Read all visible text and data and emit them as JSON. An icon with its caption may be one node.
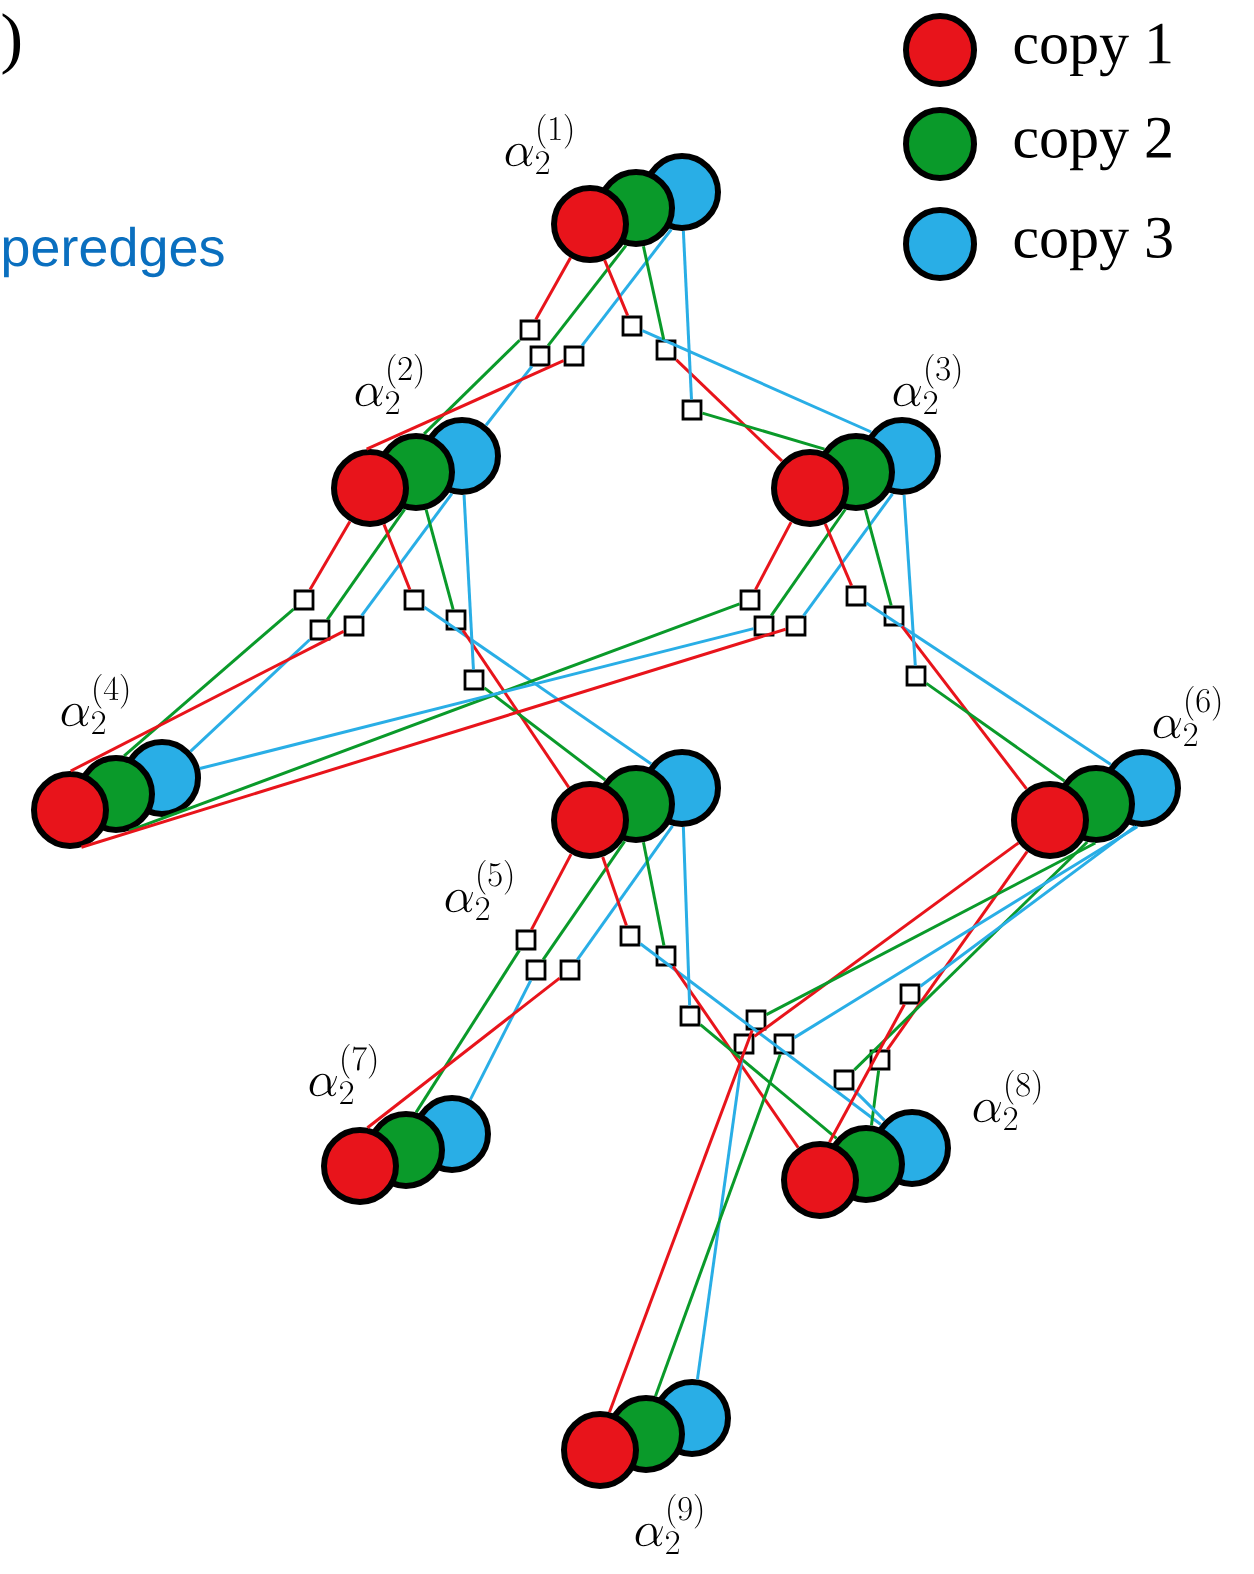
{
  "diagram": {
    "nodes": [
      {
        "text": [],
        "shape": "circle"
      },
      {
        "text": [],
        "shape": "circle"
      },
      {
        "text": [],
        "shape": "circle"
      },
      {
        "text": [],
        "shape": "circle"
      },
      {
        "text": [],
        "shape": "circle"
      },
      {
        "text": [],
        "shape": "circle"
      },
      {
        "text": [],
        "shape": "circle"
      },
      {
        "text": [],
        "shape": "circle"
      },
      {
        "text": [],
        "shape": "circle"
      },
      {
        "text": [],
        "shape": "circle"
      },
      {
        "text": [],
        "shape": "circle"
      },
      {
        "text": [],
        "shape": "circle"
      },
      {
        "text": [],
        "shape": "circle"
      },
      {
        "text": [],
        "shape": "circle"
      },
      {
        "text": [],
        "shape": "circle"
      },
      {
        "text": [],
        "shape": "circle"
      },
      {
        "text": [],
        "shape": "circle"
      },
      {
        "text": [],
        "shape": "circle"
      },
      {
        "text": [],
        "shape": "circle"
      },
      {
        "text": [],
        "shape": "circle"
      },
      {
        "text": [],
        "shape": "circle"
      },
      {
        "text": [],
        "shape": "circle"
      },
      {
        "text": [],
        "shape": "circle"
      },
      {
        "text": [],
        "shape": "circle"
      },
      {
        "text": [],
        "shape": "circle"
      },
      {
        "text": [],
        "shape": "circle"
      },
      {
        "text": [],
        "shape": "circle"
      },
      {
        "text": [],
        "shape": "box"
      },
      {
        "text": [],
        "shape": "box"
      },
      {
        "text": [],
        "shape": "box"
      },
      {
        "text": [],
        "shape": "box"
      },
      {
        "text": [],
        "shape": "box"
      },
      {
        "text": [],
        "shape": "box"
      },
      {
        "text": [],
        "shape": "box"
      },
      {
        "text": [],
        "shape": "box"
      },
      {
        "text": [],
        "shape": "box"
      },
      {
        "text": [],
        "shape": "box"
      },
      {
        "text": [],
        "shape": "box"
      },
      {
        "text": [],
        "shape": "box"
      },
      {
        "text": [],
        "shape": "box"
      },
      {
        "text": [],
        "shape": "box"
      },
      {
        "text": [],
        "shape": "box"
      },
      {
        "text": [],
        "shape": "box"
      },
      {
        "text": [],
        "shape": "box"
      },
      {
        "text": [],
        "shape": "box"
      },
      {
        "text": [],
        "shape": "box"
      },
      {
        "text": [],
        "shape": "box"
      },
      {
        "text": [],
        "shape": "box"
      },
      {
        "text": [],
        "shape": "box"
      },
      {
        "text": [],
        "shape": "box"
      },
      {
        "text": [],
        "shape": "box"
      },
      {
        "text": [],
        "shape": "box"
      },
      {
        "text": [],
        "shape": "box"
      },
      {
        "text": [],
        "shape": "box"
      },
      {
        "text": [],
        "shape": "box"
      },
      {
        "text": [],
        "shape": "box"
      },
      {
        "text": [],
        "shape": "box"
      }
    ],
    "edges": [
      {
        "from": 0,
        "to": 27,
        "arrow": "none",
        "color": "#e8141b"
      },
      {
        "from": 27,
        "to": 4,
        "arrow": "none",
        "color": "#0a9a2a"
      },
      {
        "from": 1,
        "to": 28,
        "arrow": "none",
        "color": "#0a9a2a"
      },
      {
        "from": 28,
        "to": 5,
        "arrow": "none",
        "color": "#29aee6"
      },
      {
        "from": 2,
        "to": 29,
        "arrow": "none",
        "color": "#29aee6"
      },
      {
        "from": 29,
        "to": 3,
        "arrow": "none",
        "color": "#e8141b"
      },
      {
        "from": 0,
        "to": 30,
        "arrow": "none",
        "color": "#e8141b"
      },
      {
        "from": 30,
        "to": 8,
        "arrow": "none",
        "color": "#29aee6"
      },
      {
        "from": 1,
        "to": 31,
        "arrow": "none",
        "color": "#0a9a2a"
      },
      {
        "from": 31,
        "to": 6,
        "arrow": "none",
        "color": "#e8141b"
      },
      {
        "from": 2,
        "to": 32,
        "arrow": "none",
        "color": "#29aee6"
      },
      {
        "from": 32,
        "to": 7,
        "arrow": "none",
        "color": "#0a9a2a"
      },
      {
        "from": 3,
        "to": 33,
        "arrow": "none",
        "color": "#e8141b"
      },
      {
        "from": 33,
        "to": 10,
        "arrow": "none",
        "color": "#0a9a2a"
      },
      {
        "from": 4,
        "to": 34,
        "arrow": "none",
        "color": "#0a9a2a"
      },
      {
        "from": 34,
        "to": 11,
        "arrow": "none",
        "color": "#29aee6"
      },
      {
        "from": 5,
        "to": 35,
        "arrow": "none",
        "color": "#29aee6"
      },
      {
        "from": 35,
        "to": 9,
        "arrow": "none",
        "color": "#e8141b"
      },
      {
        "from": 3,
        "to": 36,
        "arrow": "none",
        "color": "#e8141b"
      },
      {
        "from": 36,
        "to": 14,
        "arrow": "none",
        "color": "#29aee6"
      },
      {
        "from": 4,
        "to": 37,
        "arrow": "none",
        "color": "#0a9a2a"
      },
      {
        "from": 37,
        "to": 12,
        "arrow": "none",
        "color": "#e8141b"
      },
      {
        "from": 5,
        "to": 38,
        "arrow": "none",
        "color": "#29aee6"
      },
      {
        "from": 38,
        "to": 13,
        "arrow": "none",
        "color": "#0a9a2a"
      },
      {
        "from": 6,
        "to": 39,
        "arrow": "none",
        "color": "#e8141b"
      },
      {
        "from": 39,
        "to": 10,
        "arrow": "none",
        "color": "#0a9a2a"
      },
      {
        "from": 7,
        "to": 40,
        "arrow": "none",
        "color": "#0a9a2a"
      },
      {
        "from": 40,
        "to": 11,
        "arrow": "none",
        "color": "#29aee6"
      },
      {
        "from": 8,
        "to": 41,
        "arrow": "none",
        "color": "#29aee6"
      },
      {
        "from": 41,
        "to": 9,
        "arrow": "none",
        "color": "#e8141b"
      },
      {
        "from": 6,
        "to": 42,
        "arrow": "none",
        "color": "#e8141b"
      },
      {
        "from": 42,
        "to": 17,
        "arrow": "none",
        "color": "#29aee6"
      },
      {
        "from": 7,
        "to": 43,
        "arrow": "none",
        "color": "#0a9a2a"
      },
      {
        "from": 43,
        "to": 15,
        "arrow": "none",
        "color": "#e8141b"
      },
      {
        "from": 8,
        "to": 44,
        "arrow": "none",
        "color": "#29aee6"
      },
      {
        "from": 44,
        "to": 16,
        "arrow": "none",
        "color": "#0a9a2a"
      },
      {
        "from": 12,
        "to": 45,
        "arrow": "none",
        "color": "#e8141b"
      },
      {
        "from": 45,
        "to": 19,
        "arrow": "none",
        "color": "#0a9a2a"
      },
      {
        "from": 13,
        "to": 46,
        "arrow": "none",
        "color": "#0a9a2a"
      },
      {
        "from": 46,
        "to": 20,
        "arrow": "none",
        "color": "#29aee6"
      },
      {
        "from": 14,
        "to": 47,
        "arrow": "none",
        "color": "#29aee6"
      },
      {
        "from": 47,
        "to": 18,
        "arrow": "none",
        "color": "#e8141b"
      },
      {
        "from": 12,
        "to": 48,
        "arrow": "none",
        "color": "#e8141b"
      },
      {
        "from": 48,
        "to": 23,
        "arrow": "none",
        "color": "#29aee6"
      },
      {
        "from": 13,
        "to": 49,
        "arrow": "none",
        "color": "#0a9a2a"
      },
      {
        "from": 49,
        "to": 21,
        "arrow": "none",
        "color": "#e8141b"
      },
      {
        "from": 14,
        "to": 50,
        "arrow": "none",
        "color": "#29aee6"
      },
      {
        "from": 50,
        "to": 22,
        "arrow": "none",
        "color": "#0a9a2a"
      },
      {
        "from": 15,
        "to": 51,
        "arrow": "none",
        "color": "#e8141b"
      },
      {
        "from": 51,
        "to": 22,
        "arrow": "none",
        "color": "#0a9a2a"
      },
      {
        "from": 16,
        "to": 52,
        "arrow": "none",
        "color": "#0a9a2a"
      },
      {
        "from": 52,
        "to": 23,
        "arrow": "none",
        "color": "#29aee6"
      },
      {
        "from": 17,
        "to": 53,
        "arrow": "none",
        "color": "#29aee6"
      },
      {
        "from": 53,
        "to": 21,
        "arrow": "none",
        "color": "#e8141b"
      },
      {
        "from": 15,
        "to": 54,
        "arrow": "none",
        "color": "#e8141b"
      },
      {
        "from": 54,
        "to": 26,
        "arrow": "none",
        "color": "#29aee6"
      },
      {
        "from": 16,
        "to": 55,
        "arrow": "none",
        "color": "#0a9a2a"
      },
      {
        "from": 55,
        "to": 24,
        "arrow": "none",
        "color": "#e8141b"
      },
      {
        "from": 17,
        "to": 56,
        "arrow": "none",
        "color": "#29aee6"
      },
      {
        "from": 56,
        "to": 25,
        "arrow": "none",
        "color": "#0a9a2a"
      }
    ],
    "labels": [
      ")",
      "peredges",
      "\\alpha_2^{(1)}",
      "\\alpha_2^{(2)}",
      "\\alpha_2^{(3)}",
      "\\alpha_2^{(4)}",
      "\\alpha_2^{(5)}",
      "\\alpha_2^{(6)}",
      "\\alpha_2^{(7)}",
      "\\alpha_2^{(8)}",
      "\\alpha_2^{(9)}"
    ],
    "legend": [
      {
        "text": "copy 1",
        "color": "#e8141b"
      },
      {
        "text": "copy 2",
        "color": "#0a9a2a"
      },
      {
        "text": "copy 3",
        "color": "#29aee6"
      }
    ]
  }
}
